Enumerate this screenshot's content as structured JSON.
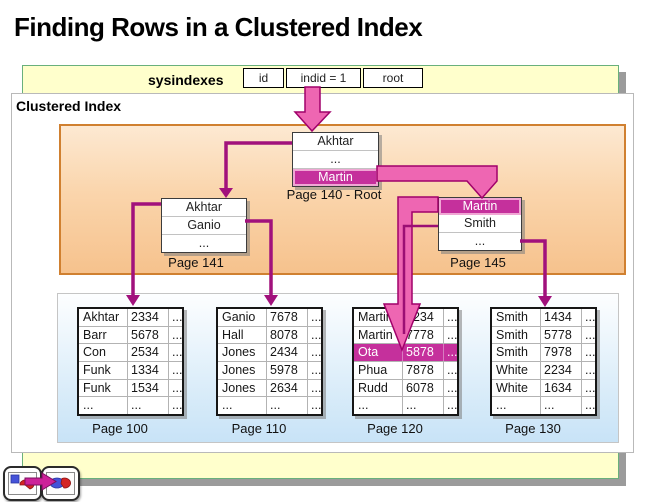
{
  "title": "Finding Rows in a Clustered Index",
  "sysindexes": {
    "label": "sysindexes",
    "cells": [
      "id",
      "indid = 1",
      "root"
    ]
  },
  "clustered_index": {
    "label": "Clustered Index"
  },
  "index_nodes": {
    "root": {
      "page_label": "Page 140 - Root",
      "rows": [
        "Akhtar",
        "...",
        "Martin"
      ],
      "highlight_row": 2
    },
    "page141": {
      "page_label": "Page 141",
      "rows": [
        "Akhtar",
        "Ganio",
        "..."
      ],
      "highlight_row": -1
    },
    "page145": {
      "page_label": "Page 145",
      "rows": [
        "Martin",
        "Smith",
        "..."
      ],
      "highlight_row": 0
    }
  },
  "leaf_pages": [
    {
      "page_label": "Page 100",
      "highlight_row": -1,
      "rows": [
        [
          "Akhtar",
          "2334",
          "..."
        ],
        [
          "Barr",
          "5678",
          "..."
        ],
        [
          "Con",
          "2534",
          "..."
        ],
        [
          "Funk",
          "1334",
          "..."
        ],
        [
          "Funk",
          "1534",
          "..."
        ],
        [
          "...",
          "...",
          "..."
        ]
      ]
    },
    {
      "page_label": "Page 110",
      "highlight_row": -1,
      "rows": [
        [
          "Ganio",
          "7678",
          "..."
        ],
        [
          "Hall",
          "8078",
          "..."
        ],
        [
          "Jones",
          "2434",
          "..."
        ],
        [
          "Jones",
          "5978",
          "..."
        ],
        [
          "Jones",
          "2634",
          "..."
        ],
        [
          "...",
          "...",
          "..."
        ]
      ]
    },
    {
      "page_label": "Page 120",
      "highlight_row": 2,
      "rows": [
        [
          "Martin",
          "1234",
          "..."
        ],
        [
          "Martin",
          "7778",
          "..."
        ],
        [
          "Ota",
          "5878",
          "..."
        ],
        [
          "Phua",
          "7878",
          "..."
        ],
        [
          "Rudd",
          "6078",
          "..."
        ],
        [
          "...",
          "...",
          "..."
        ]
      ]
    },
    {
      "page_label": "Page 130",
      "highlight_row": -1,
      "rows": [
        [
          "Smith",
          "1434",
          "..."
        ],
        [
          "Smith",
          "5778",
          "..."
        ],
        [
          "Smith",
          "7978",
          "..."
        ],
        [
          "White",
          "2234",
          "..."
        ],
        [
          "White",
          "1634",
          "..."
        ],
        [
          "...",
          "...",
          "..."
        ]
      ]
    }
  ],
  "colors": {
    "highlight_magenta": "#C5309C",
    "search_arrow_pink": "#EE66B2",
    "search_arrow_outline": "#A0006A",
    "connector_line": "#A1117C",
    "panel_yellow": "#FFFFCC",
    "orange_area_border": "#D08030",
    "leaf_panel_blue": "#C8E3F7"
  },
  "nav": {
    "prev_icon": "slide-state-before-icon",
    "next_icon": "slide-state-after-icon"
  }
}
